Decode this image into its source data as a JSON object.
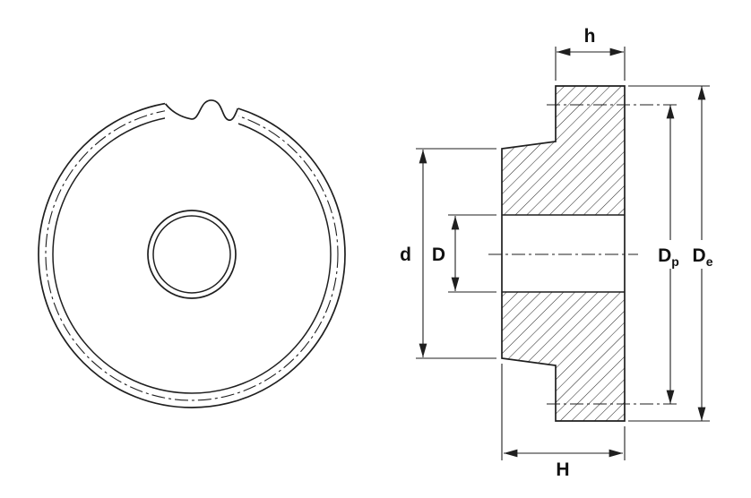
{
  "drawing": {
    "title": "Spur gear technical drawing: front view and hatched cross-section with dimension labels",
    "colors": {
      "line": "#1f1f1f",
      "background": "#ffffff"
    },
    "labels": {
      "h": "h",
      "d": "d",
      "D": "D",
      "Dp": {
        "base": "D",
        "sub": "p"
      },
      "De": {
        "base": "D",
        "sub": "e"
      },
      "H": "H"
    }
  }
}
